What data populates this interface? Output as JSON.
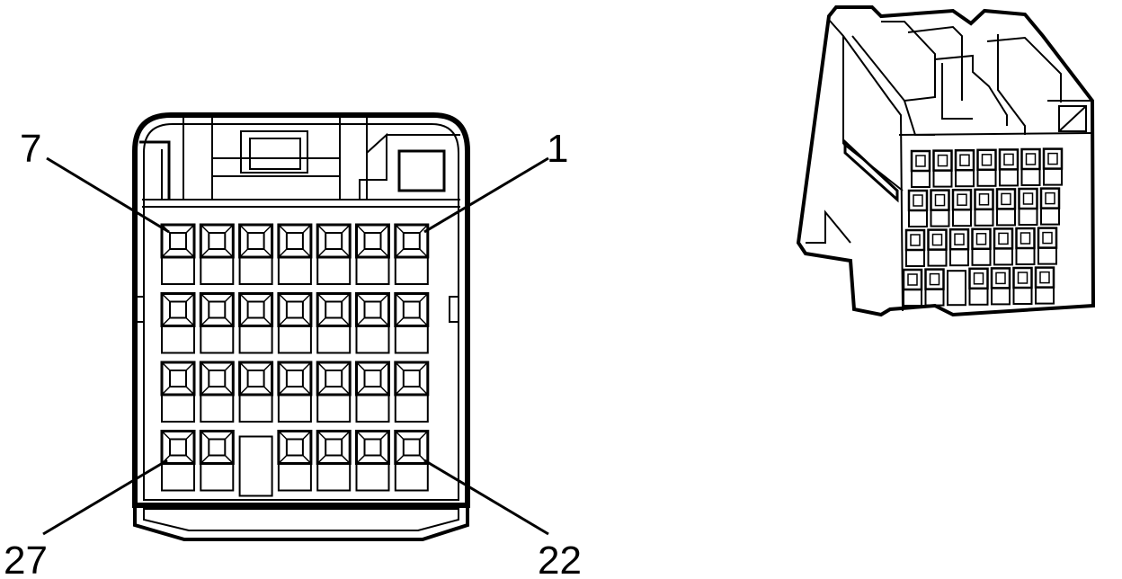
{
  "connector": {
    "rows": 4,
    "columns": 7,
    "missing_cavities": [
      [
        3,
        2
      ]
    ],
    "pin_labels": {
      "top_left": "7",
      "top_right": "1",
      "bottom_left": "27",
      "bottom_right": "22"
    }
  },
  "colors": {
    "line": "#000000",
    "background": "#ffffff"
  }
}
